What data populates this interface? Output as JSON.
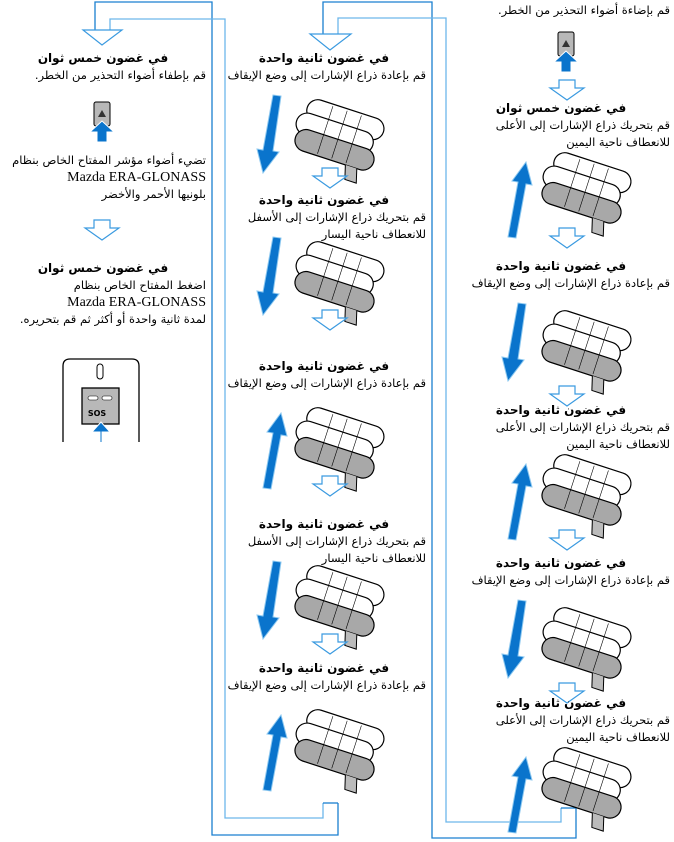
{
  "colors": {
    "pipe_outer": "#1a7fd0",
    "pipe_inner": "#6db6ea",
    "arrow_blue": "#0a74cc",
    "lever_gray": "#a8a8a8"
  },
  "right_column": {
    "intro": "قم بإضاءة أضواء التحذير من الخطر.",
    "hazard_icon": "hazard-button-icon",
    "steps": [
      {
        "heading": "في غضون خمس ثوان",
        "body": "قم بتحريك ذراع الإشارات إلى الأعلى للانعطاف ناحية اليمين",
        "direction": "up"
      },
      {
        "heading": "في غضون ثانية واحدة",
        "body": "قم بإعادة ذراع الإشارات إلى وضع الإيقاف",
        "direction": "down"
      },
      {
        "heading": "في غضون ثانية واحدة",
        "body": "قم بتحريك ذراع الإشارات إلى الأعلى للانعطاف ناحية اليمين",
        "direction": "up"
      },
      {
        "heading": "في غضون ثانية واحدة",
        "body": "قم بإعادة ذراع الإشارات إلى وضع الإيقاف",
        "direction": "down"
      },
      {
        "heading": "في غضون ثانية واحدة",
        "body": "قم بتحريك ذراع الإشارات إلى الأعلى للانعطاف ناحية اليمين",
        "direction": "up"
      }
    ]
  },
  "middle_column": {
    "steps": [
      {
        "heading": "في غضون ثانية واحدة",
        "body": "قم بإعادة ذراع الإشارات إلى وضع الإيقاف",
        "direction": "down"
      },
      {
        "heading": "في غضون ثانية واحدة",
        "body": "قم بتحريك ذراع الإشارات إلى الأسفل للانعطاف ناحية اليسار",
        "direction": "down"
      },
      {
        "heading": "في غضون ثانية واحدة",
        "body": "قم بإعادة ذراع الإشارات إلى وضع الإيقاف",
        "direction": "up"
      },
      {
        "heading": "في غضون ثانية واحدة",
        "body": "قم بتحريك ذراع الإشارات إلى الأسفل للانعطاف ناحية اليسار",
        "direction": "down"
      },
      {
        "heading": "في غضون ثانية واحدة",
        "body": "قم بإعادة ذراع الإشارات إلى وضع الإيقاف",
        "direction": "up"
      }
    ]
  },
  "left_column": {
    "step1": {
      "heading": "في غضون خمس ثوان",
      "body": "قم بإطفاء أضواء التحذير من الخطر."
    },
    "indicator_text_1": "تضيء أضواء مؤشر المفتاح الخاص بنظام",
    "indicator_brand": "Mazda ERA-GLONASS",
    "indicator_text_2": "بلونيها الأحمر والأخضر",
    "step2": {
      "heading": "في غضون خمس ثوان",
      "body_1": "اضغط المفتاح الخاص بنظام",
      "brand": "Mazda ERA-GLONASS",
      "body_2": "لمدة ثانية واحدة أو أكثر ثم قم بتحريره."
    },
    "sos_label": "SOS"
  }
}
